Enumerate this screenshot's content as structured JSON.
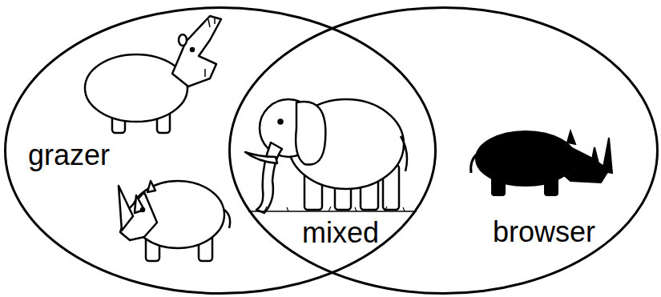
{
  "diagram": {
    "nodes": [
      {
        "text": [
          "grazer"
        ]
      },
      {
        "text": [
          "mixed"
        ]
      },
      {
        "text": [
          "browser"
        ]
      }
    ]
  }
}
